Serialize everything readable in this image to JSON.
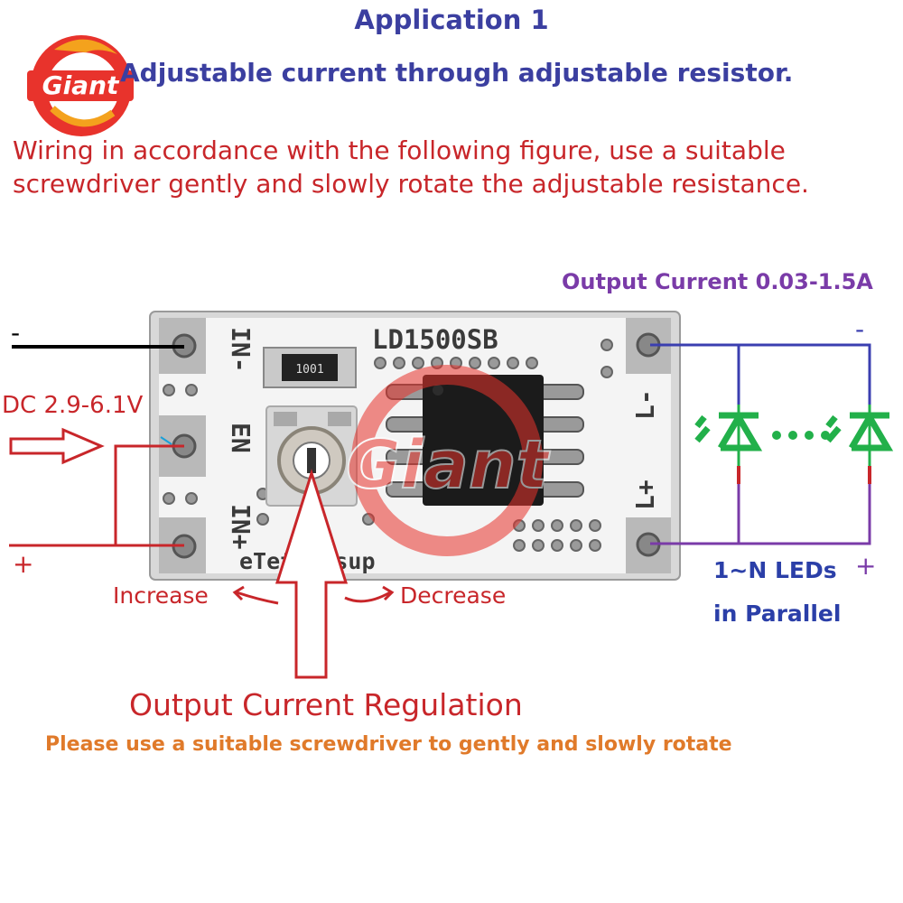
{
  "header": {
    "title": "Application 1",
    "subtitle": "Adjustable current through adjustable resistor.",
    "instructions": "Wiring in accordance with the following figure, use a suitable screwdriver gently and slowly rotate the adjustable resistance."
  },
  "logo": {
    "text": "Giant"
  },
  "watermark": {
    "text": "Giant"
  },
  "input": {
    "label": "DC 2.9-6.1V",
    "minus": "-",
    "plus": "+"
  },
  "board": {
    "model": "LD1500SB",
    "resistor_code": "1001",
    "brand": "eTetechsup",
    "pin_in_minus": "IN-",
    "pin_en": "EN",
    "pin_in_plus": "IN+",
    "pin_l_minus": "L-",
    "pin_l_plus": "L+"
  },
  "output": {
    "current_label": "Output Current 0.03-1.5A",
    "minus": "-",
    "plus": "+",
    "leds_line1": "1~N LEDs",
    "leds_line2": "in Parallel"
  },
  "regulation": {
    "increase": "Increase",
    "decrease": "Decrease",
    "title": "Output Current Regulation",
    "hint": "Please use a suitable screwdriver to gently and slowly rotate"
  },
  "colors": {
    "title": "#3b3fa0",
    "red": "#c8262a",
    "purple": "#7a3ba8",
    "blue": "#2b3fa8",
    "orange": "#e07a2a",
    "led_green": "#22b04a"
  }
}
